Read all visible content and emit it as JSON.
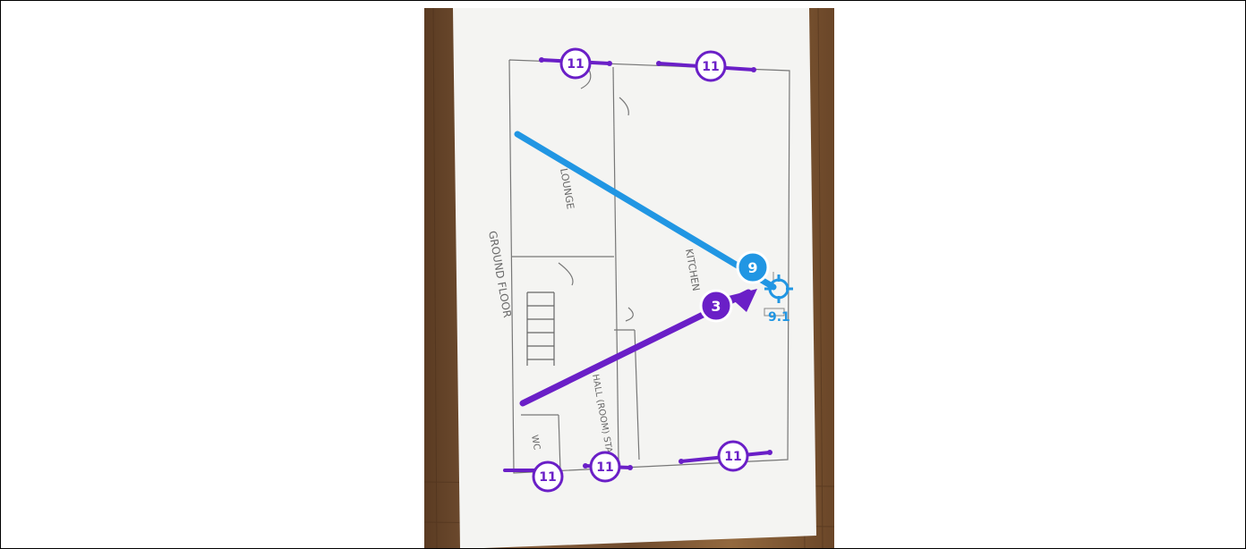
{
  "colors": {
    "purple": "#6a1fc7",
    "blue": "#2196e3",
    "wood": "#7a5433",
    "paper": "#f4f4f2",
    "pencil": "#6e6e6e"
  },
  "plan_labels": {
    "label_a": "LOUNGE",
    "label_b": "KITCHEN",
    "label_c": "GROUND FLOOR",
    "label_d": "HALL (ROOM) STAIR",
    "label_e": "WC"
  },
  "markers": {
    "top_left": "11",
    "top_right": "11",
    "bottom_far_left": "11",
    "bottom_left": "11",
    "bottom_right": "11",
    "blue_line": "9",
    "purple_line": "3",
    "cursor_readout": "9.1"
  },
  "icons": {
    "cursor": "crosshair-target-icon"
  }
}
